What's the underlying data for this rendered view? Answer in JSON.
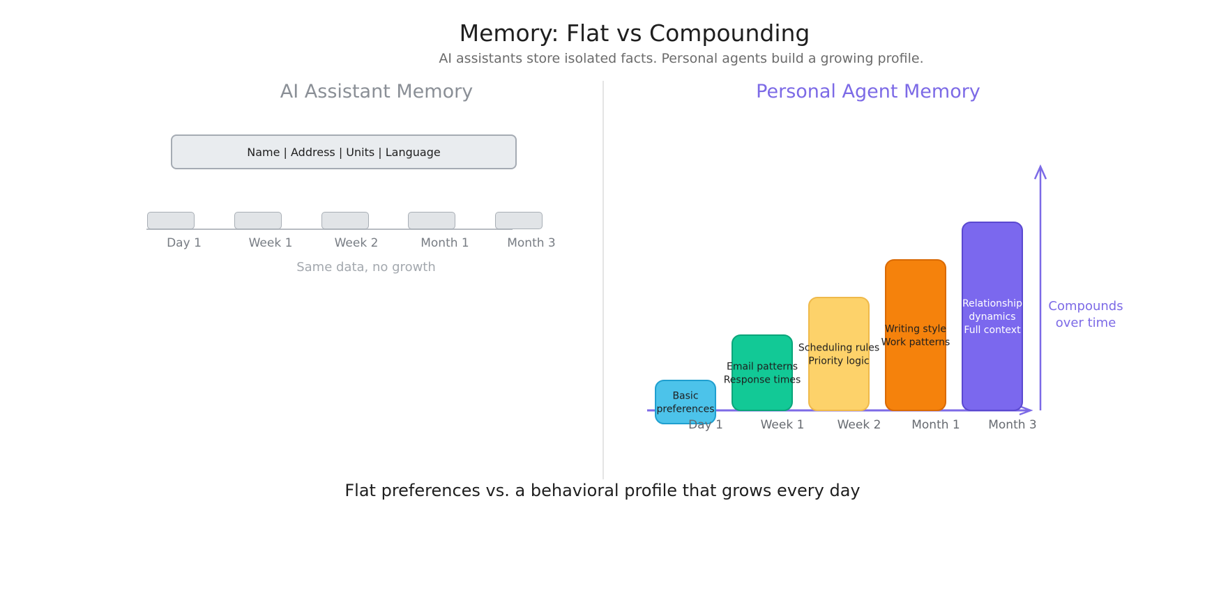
{
  "header": {
    "title": "Memory: Flat vs Compounding",
    "subtitle": "AI assistants store isolated facts. Personal agents build a growing profile."
  },
  "left_panel": {
    "heading": "AI Assistant Memory",
    "facts_label": "Name | Address | Units | Language",
    "timeline_labels": [
      "Day 1",
      "Week 1",
      "Week 2",
      "Month 1",
      "Month 3"
    ],
    "note": "Same data, no growth",
    "heading_color": "#8a8f96",
    "block_color": "#e1e4e7"
  },
  "right_panel": {
    "heading": "Personal Agent Memory",
    "heading_color": "#7c6ae6",
    "compounds_label": [
      "Compounds",
      "over time"
    ]
  },
  "chart_data": {
    "type": "bar",
    "categories": [
      "Day 1",
      "Week 1",
      "Week 2",
      "Month 1",
      "Month 3"
    ],
    "values": [
      1,
      2,
      3,
      4,
      5
    ],
    "value_scale": "relative (unlabeled growth levels)",
    "bar_labels": [
      [
        "Basic",
        "preferences"
      ],
      [
        "Email patterns",
        "Response times"
      ],
      [
        "Scheduling rules",
        "Priority logic"
      ],
      [
        "Writing style",
        "Work patterns"
      ],
      [
        "Relationship",
        "dynamics",
        "Full context"
      ]
    ],
    "bar_colors": [
      "#4cc3ea",
      "#12c996",
      "#fdd26a",
      "#f5820c",
      "#7b68ee"
    ],
    "bar_stroke_colors": [
      "#1f9fcf",
      "#0aa57a",
      "#efb94a",
      "#d96a05",
      "#5a48d0"
    ],
    "bar_text_colors": [
      "#1e1e1e",
      "#1e1e1e",
      "#1e1e1e",
      "#1e1e1e",
      "#ffffff"
    ],
    "axis_color": "#7c6ae6",
    "grid": false,
    "legend": "none"
  },
  "footer": {
    "caption": "Flat preferences vs. a behavioral profile that grows every day"
  }
}
